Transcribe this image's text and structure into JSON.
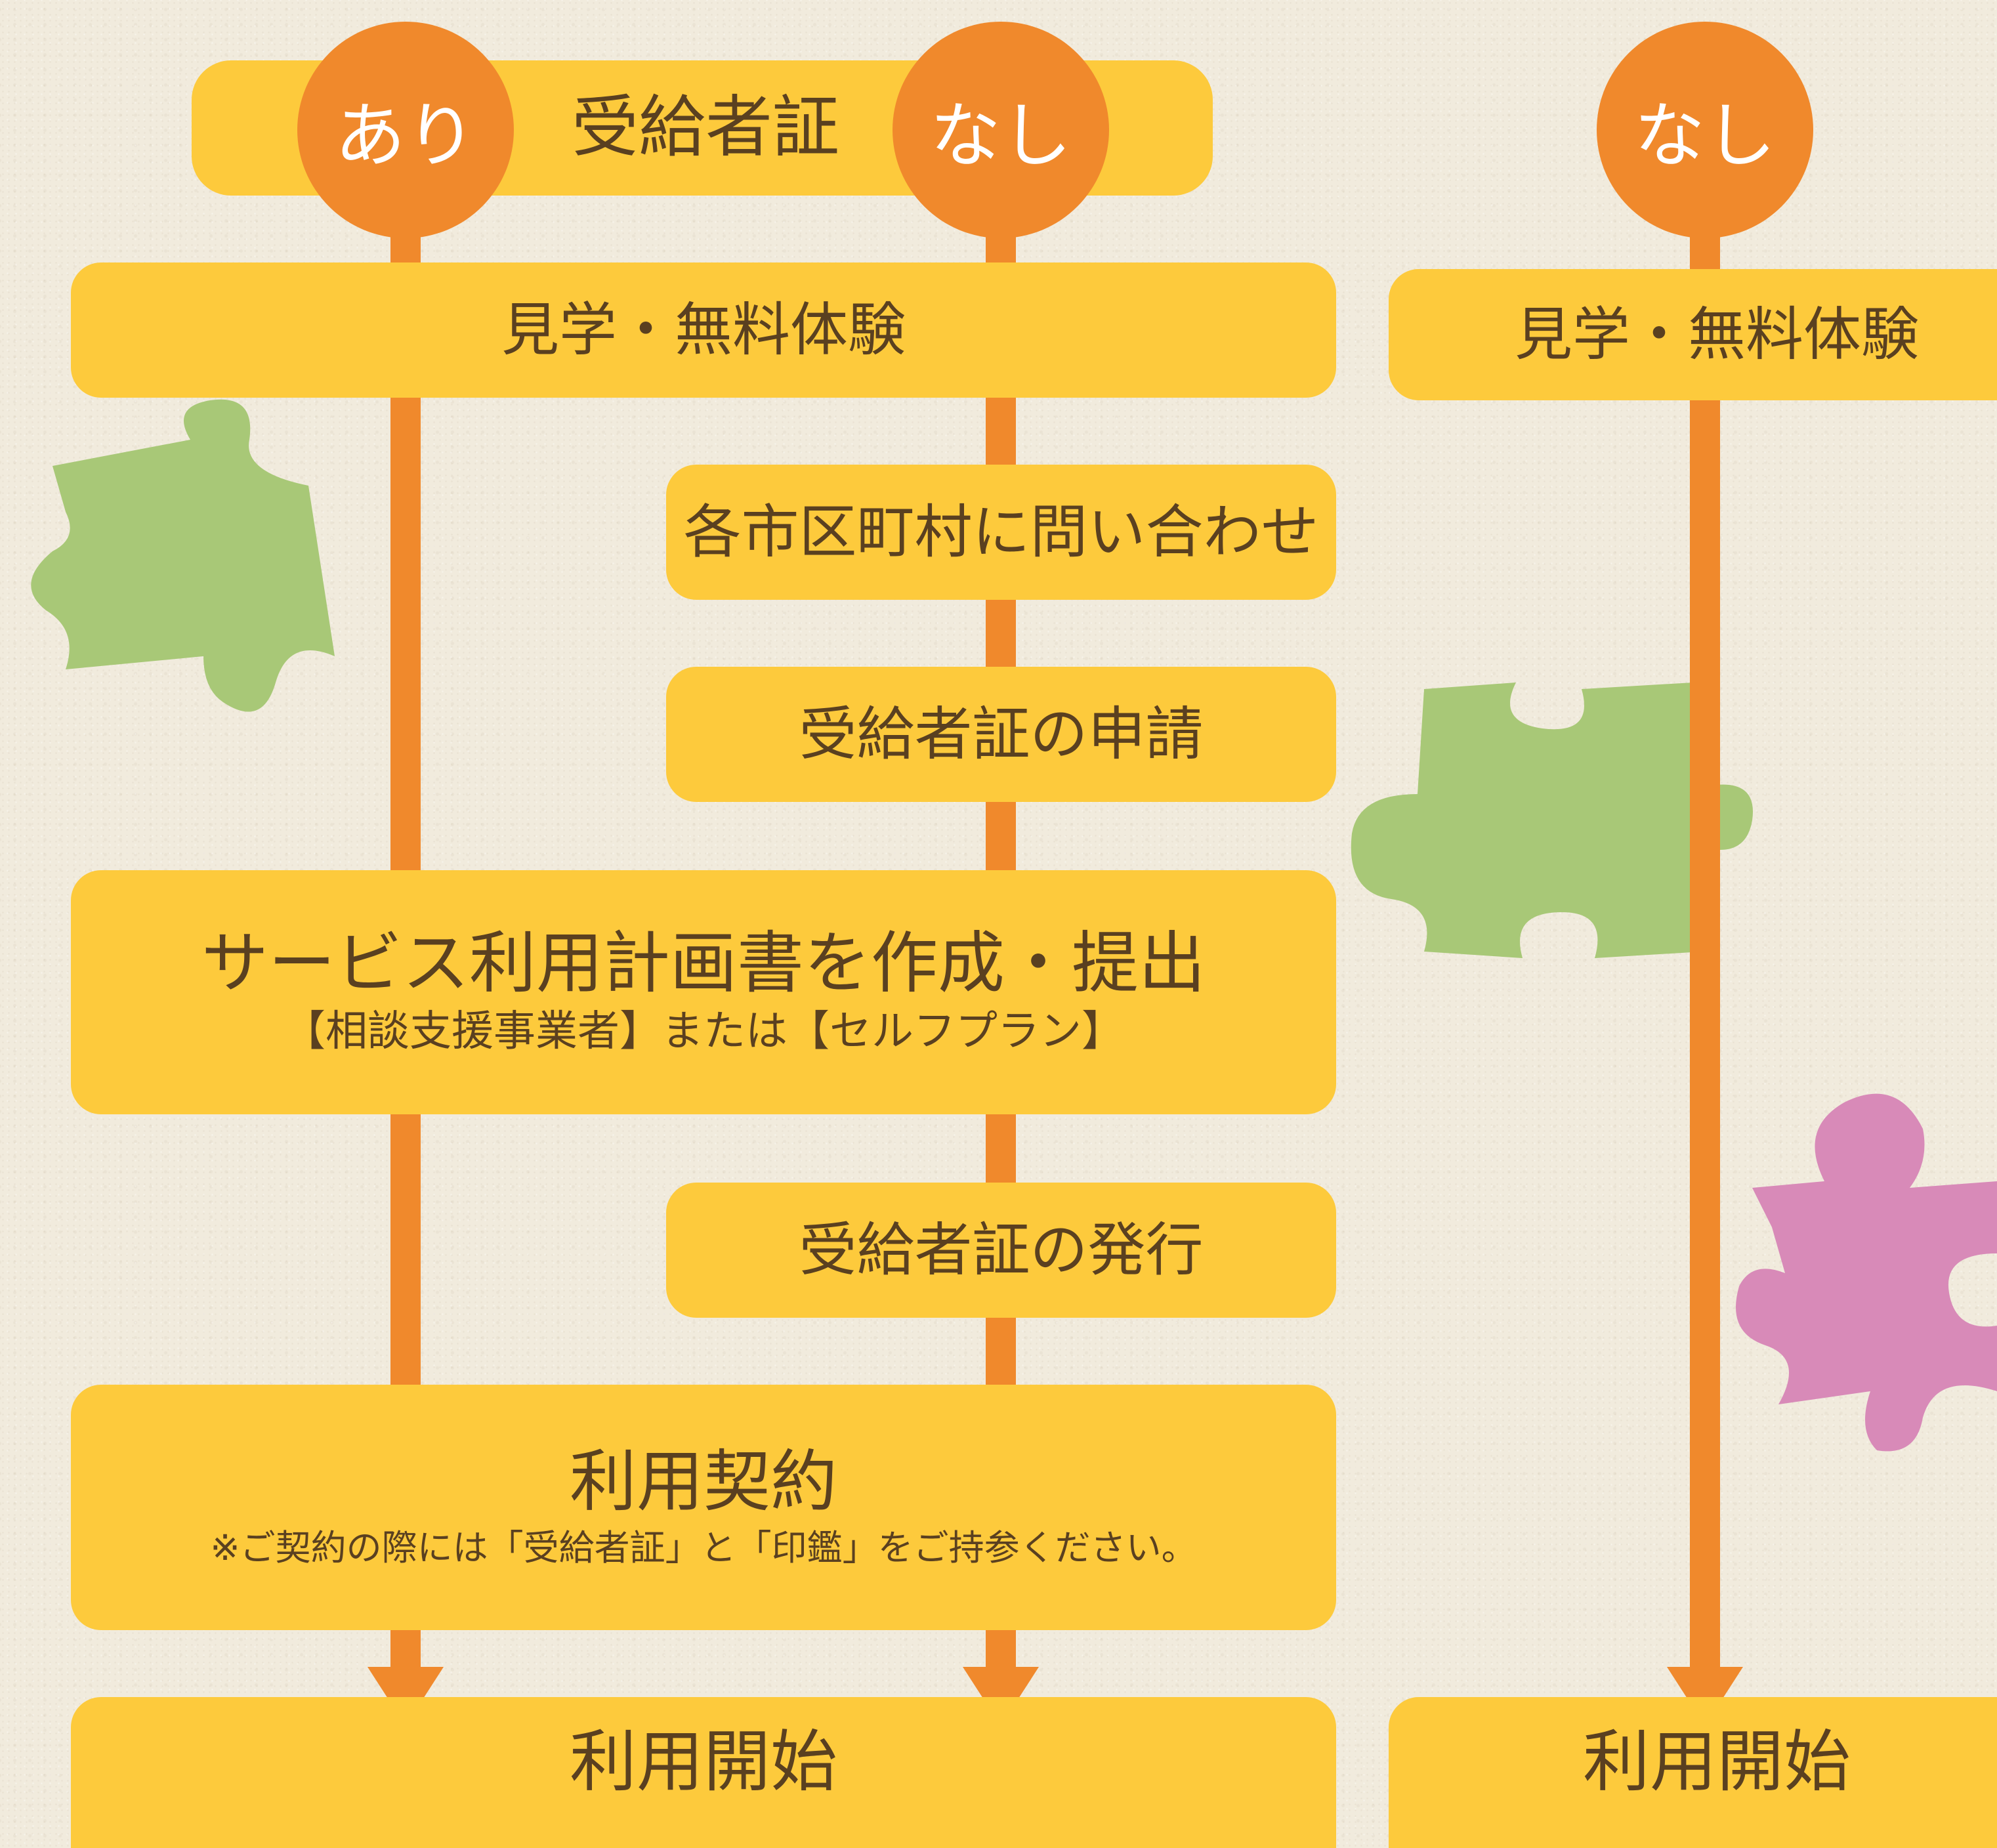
{
  "colors": {
    "box": "#fdca3c",
    "circle": "#f0892c",
    "arrow": "#f0892c",
    "text": "#5a4020",
    "puzzle_green": "#a8c877",
    "puzzle_pink": "#d88ab8"
  },
  "header": {
    "title": "受給者証",
    "yes": "あり",
    "no": "なし"
  },
  "right_header": {
    "no": "なし"
  },
  "steps": {
    "visit": "見学・無料体験",
    "inquiry": "各市区町村に問い合わせ",
    "apply": "受給者証の申請",
    "plan_title": "サービス利用計画書を作成・提出",
    "plan_sub": "【相談支援事業者】または【セルフプラン】",
    "issue": "受給者証の発行",
    "contract_title": "利用契約",
    "contract_note": "※ご契約の際には「受給者証」と「印鑑」をご持参ください。",
    "start": "利用開始"
  },
  "right_steps": {
    "visit": "見学・無料体験",
    "start": "利用開始"
  }
}
